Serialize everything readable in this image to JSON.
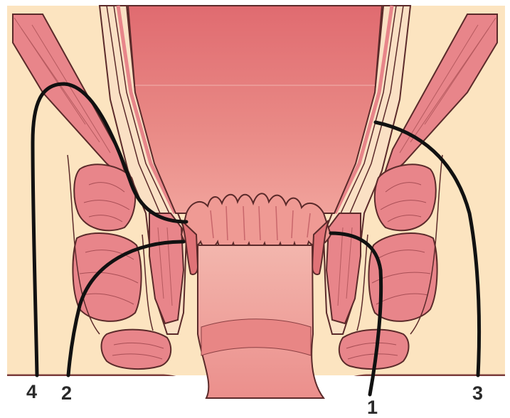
{
  "labels": {
    "one": "1",
    "two": "2",
    "three": "3",
    "four": "4"
  },
  "colors": {
    "fat": "#fce4c0",
    "muscle": "#e8858a",
    "muscle_dark": "#c85f66",
    "lumen": "#e67a7a",
    "mucosa": "#ef9a94",
    "outline": "#5b2a2a",
    "tract": "#111111"
  }
}
